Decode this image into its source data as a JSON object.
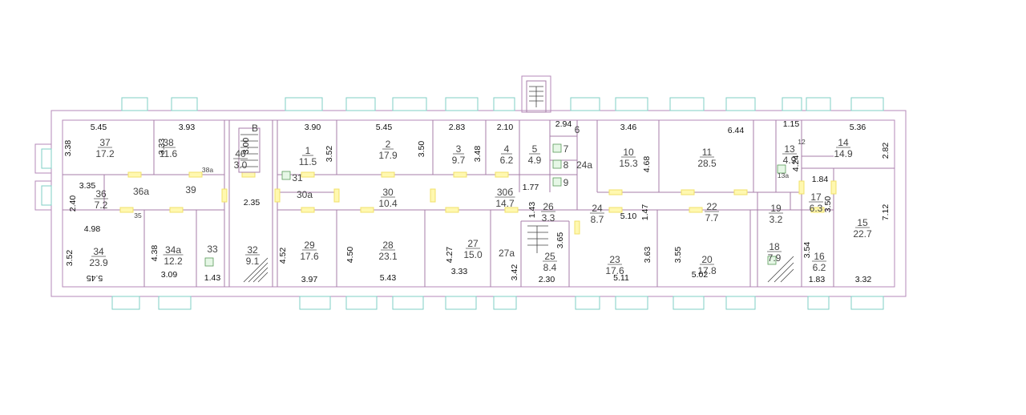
{
  "rooms": [
    {
      "num": "37",
      "area": "17.2"
    },
    {
      "num": "38",
      "area": "11.6"
    },
    {
      "num": "40",
      "area": "3.0"
    },
    {
      "num": "1",
      "area": "11.5"
    },
    {
      "num": "2",
      "area": "17.9"
    },
    {
      "num": "3",
      "area": "9.7"
    },
    {
      "num": "4",
      "area": "6.2"
    },
    {
      "num": "5",
      "area": "4.9"
    },
    {
      "num": "10",
      "area": "15.3"
    },
    {
      "num": "11",
      "area": "28.5"
    },
    {
      "num": "13",
      "area": "4.9"
    },
    {
      "num": "14",
      "area": "14.9"
    },
    {
      "num": "36",
      "area": "7.2"
    },
    {
      "num": "30",
      "area": "10.4"
    },
    {
      "num": "30б",
      "area": "14.7"
    },
    {
      "num": "26",
      "area": "3.3"
    },
    {
      "num": "24",
      "area": "8.7"
    },
    {
      "num": "22",
      "area": "7.7"
    },
    {
      "num": "19",
      "area": "3.2"
    },
    {
      "num": "17",
      "area": "6.3"
    },
    {
      "num": "15",
      "area": "22.7"
    },
    {
      "num": "34",
      "area": "23.9"
    },
    {
      "num": "34a",
      "area": "12.2"
    },
    {
      "num": "32",
      "area": "9.1"
    },
    {
      "num": "29",
      "area": "17.6"
    },
    {
      "num": "28",
      "area": "23.1"
    },
    {
      "num": "27",
      "area": "15.0"
    },
    {
      "num": "25",
      "area": "8.4"
    },
    {
      "num": "23",
      "area": "17.6"
    },
    {
      "num": "20",
      "area": "17.8"
    },
    {
      "num": "18",
      "area": "7.9"
    },
    {
      "num": "16",
      "area": "6.2"
    }
  ],
  "labels": [
    "В",
    "38a",
    "31",
    "36a",
    "39",
    "30a",
    "35",
    "33",
    "27a",
    "24a",
    "6",
    "7",
    "8",
    "9",
    "12",
    "13a"
  ],
  "dimensions": [
    "5.45",
    "3.93",
    "3.90",
    "5.45",
    "2.83",
    "2.10",
    "2.94",
    "3.46",
    "6.44",
    "1.15",
    "5.36",
    "3.38",
    "3.33",
    "3.00",
    "3.52",
    "3.50",
    "3.48",
    "4.68",
    "4.24",
    "2.82",
    "3.35",
    "2.40",
    "2.35",
    "1.77",
    "1.43",
    "5.10",
    "1.47",
    "1.84",
    "3.50",
    "7.12",
    "4.98",
    "3.52",
    "4.38",
    "1.43",
    "4.52",
    "4.50",
    "4.27",
    "3.42",
    "3.65",
    "3.63",
    "3.55",
    "3.54",
    "3.09",
    "3.97",
    "5.43",
    "3.33",
    "2.30",
    "5.11",
    "5.02",
    "1.83",
    "3.32",
    "5.45"
  ],
  "colors": {
    "wall": "#b58ab8",
    "window": "#7fcfc6",
    "door": "#fff8b0"
  }
}
